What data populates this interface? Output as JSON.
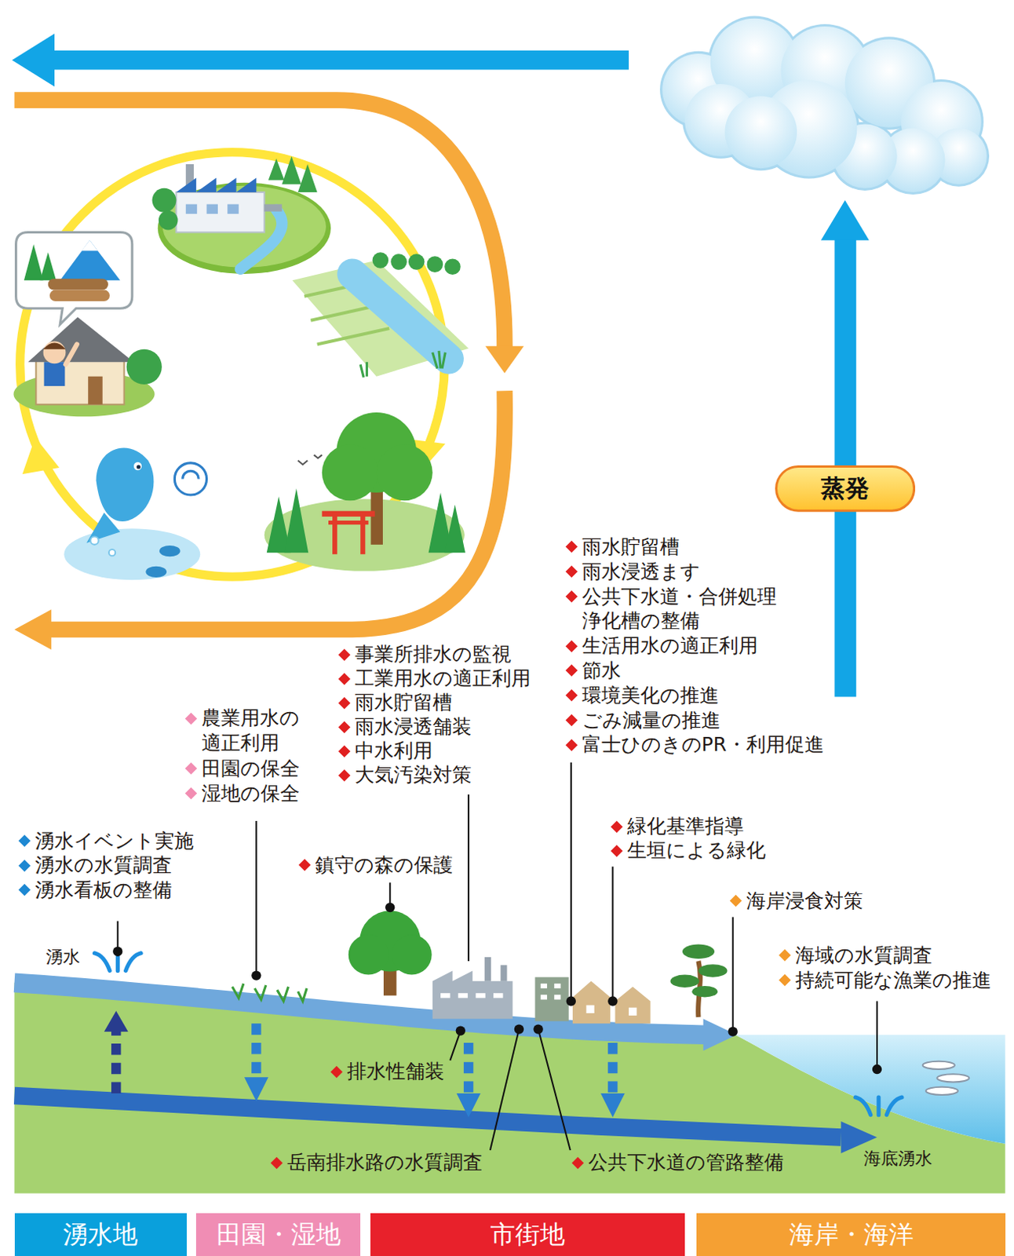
{
  "diagram": {
    "nodes": [
      {
        "text": [
          "蒸発"
        ]
      },
      {
        "text": [
          "湧水地"
        ]
      },
      {
        "text": [
          "田園・湿地"
        ]
      },
      {
        "text": [
          "市街地"
        ]
      },
      {
        "text": [
          "海岸・海洋"
        ]
      }
    ],
    "labels": [
      "湧水イベント実施",
      "湧水の水質調査",
      "湧水看板の整備",
      "農業用水の 適正利用",
      "田園の保全",
      "湿地の保全",
      "事業所排水の監視",
      "工業用水の適正利用",
      "雨水貯留槽",
      "雨水浸透舗装",
      "中水利用",
      "大気汚染対策",
      "雨水貯留槽",
      "雨水浸透ます",
      "公共下水道・合併処理 浄化槽の整備",
      "生活用水の適正利用",
      "節水",
      "環境美化の推進",
      "ごみ減量の推進",
      "富士ひのきのPR・利用促進",
      "鎮守の森の保護",
      "緑化基準指導",
      "生垣による緑化",
      "海岸浸食対策",
      "海域の水質調査",
      "持続可能な漁業の推進",
      "排水性舗装",
      "岳南排水路の水質調査",
      "公共下水道の管路整備",
      "湧水",
      "海底湧水"
    ]
  }
}
